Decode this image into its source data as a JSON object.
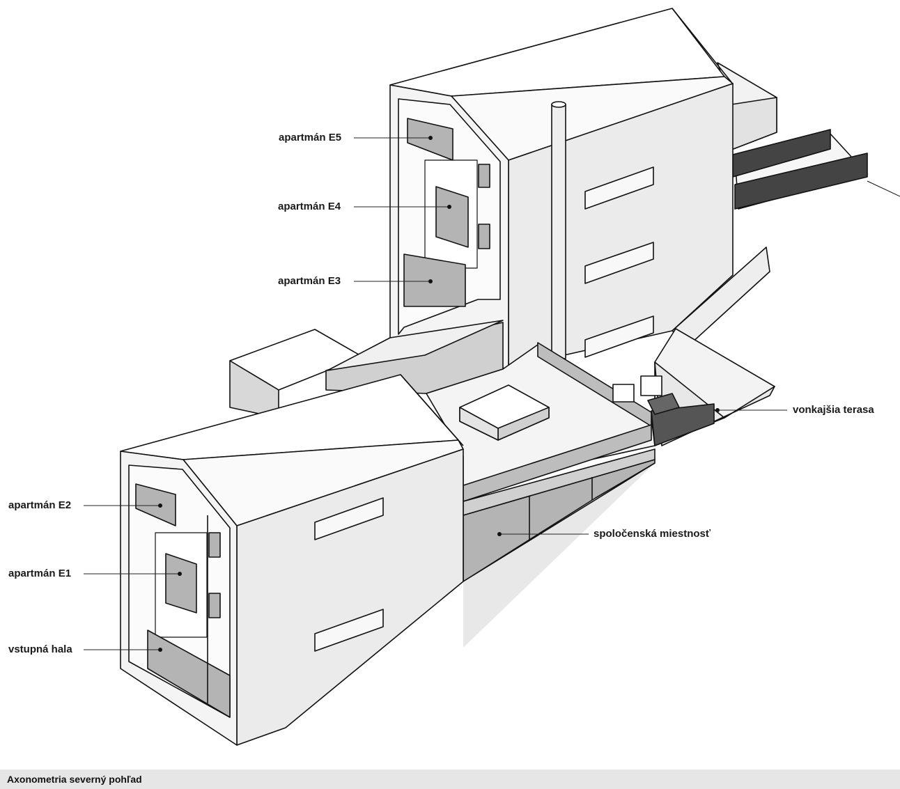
{
  "labels": {
    "e5": "apartmán E5",
    "e4": "apartmán E4",
    "e3": "apartmán E3",
    "e2": "apartmán E2",
    "e1": "apartmán E1",
    "hall": "vstupná hala",
    "terrace": "vonkajšia terasa",
    "social": "spoločenská miestnosť"
  },
  "caption": "Axonometria severný pohľad",
  "colors": {
    "line": "#111111",
    "wall": "#ececec",
    "roof": "#ffffff",
    "glass": "#b4b4b4",
    "shade": "#cfcfcf",
    "caption_bg": "#e6e6e6"
  }
}
